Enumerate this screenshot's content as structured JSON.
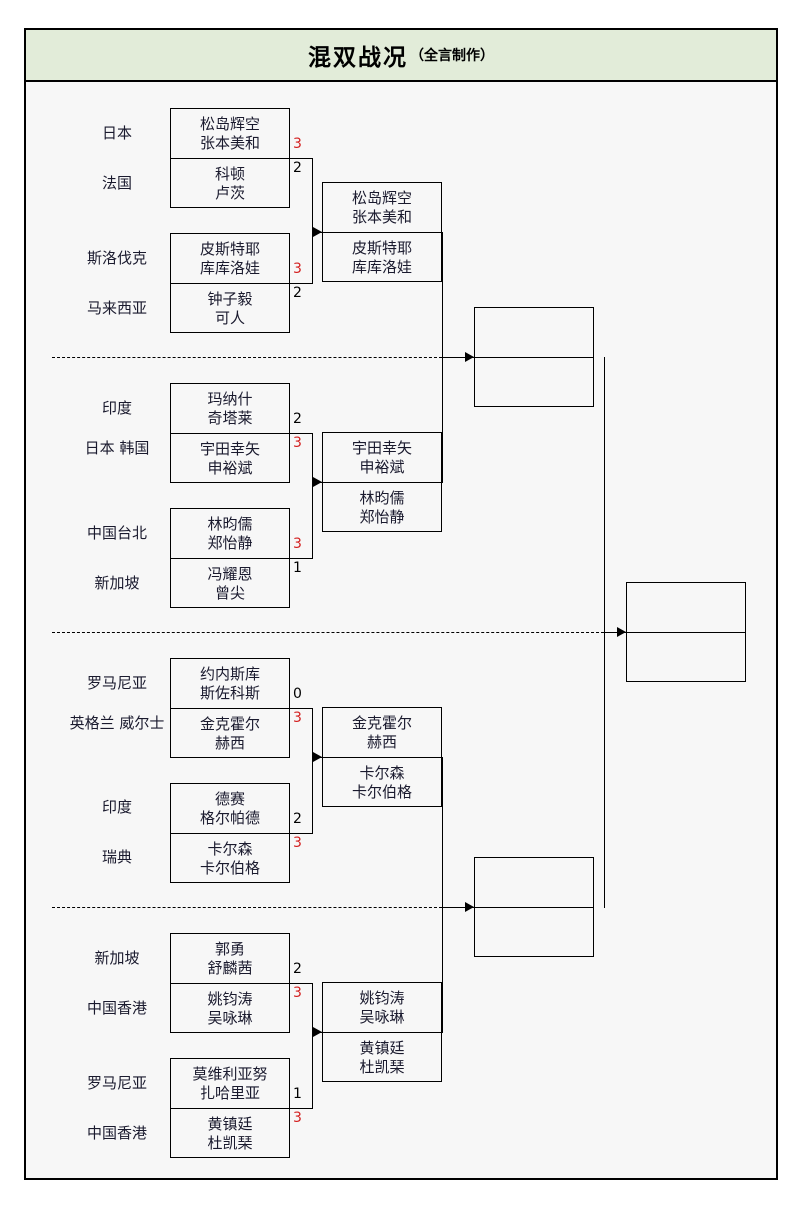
{
  "header": {
    "title_main": "混双战况",
    "title_sub": "（全言制作）"
  },
  "bracket": {
    "event": "混双战况",
    "rounds": [
      {
        "name": "round-1",
        "matches": [
          {
            "id": "r1m1",
            "top": {
              "country": "日本",
              "p1": "松岛辉空",
              "p2": "张本美和",
              "score": "3",
              "winner": true
            },
            "bottom": {
              "country": "法国",
              "p1": "科顿",
              "p2": "卢茨",
              "score": "2",
              "winner": false
            }
          },
          {
            "id": "r1m2",
            "top": {
              "country": "斯洛伐克",
              "p1": "皮斯特耶",
              "p2": "库库洛娃",
              "score": "3",
              "winner": true
            },
            "bottom": {
              "country": "马来西亚",
              "p1": "钟子毅",
              "p2": "可人",
              "score": "2",
              "winner": false
            }
          },
          {
            "id": "r1m3",
            "top": {
              "country": "印度",
              "p1": "玛纳什",
              "p2": "奇塔莱",
              "score": "2",
              "winner": false
            },
            "bottom": {
              "country": "日本\n韩国",
              "country_line1": "日本",
              "country_line2": "韩国",
              "p1": "宇田幸矢",
              "p2": "申裕斌",
              "score": "3",
              "winner": true
            }
          },
          {
            "id": "r1m4",
            "top": {
              "country": "中国台北",
              "p1": "林昀儒",
              "p2": "郑怡静",
              "score": "3",
              "winner": true
            },
            "bottom": {
              "country": "新加坡",
              "p1": "冯耀恩",
              "p2": "曾尖",
              "score": "1",
              "winner": false
            }
          },
          {
            "id": "r1m5",
            "top": {
              "country": "罗马尼亚",
              "p1": "约内斯库",
              "p2": "斯佐科斯",
              "score": "0",
              "winner": false
            },
            "bottom": {
              "country_line1": "英格兰",
              "country_line2": "威尔士",
              "p1": "金克霍尔",
              "p2": "赫西",
              "score": "3",
              "winner": true
            }
          },
          {
            "id": "r1m6",
            "top": {
              "country": "印度",
              "p1": "德赛",
              "p2": "格尔帕德",
              "score": "2",
              "winner": false
            },
            "bottom": {
              "country": "瑞典",
              "p1": "卡尔森",
              "p2": "卡尔伯格",
              "score": "3",
              "winner": true
            }
          },
          {
            "id": "r1m7",
            "top": {
              "country": "新加坡",
              "p1": "郭勇",
              "p2": "舒麟茜",
              "score": "2",
              "winner": false
            },
            "bottom": {
              "country": "中国香港",
              "p1": "姚钧涛",
              "p2": "吴咏琳",
              "score": "3",
              "winner": true
            }
          },
          {
            "id": "r1m8",
            "top": {
              "country": "罗马尼亚",
              "p1": "莫维利亚努",
              "p2": "扎哈里亚",
              "score": "1",
              "winner": false
            },
            "bottom": {
              "country": "中国香港",
              "p1": "黄镇廷",
              "p2": "杜凯琹",
              "score": "3",
              "winner": true
            }
          }
        ]
      },
      {
        "name": "round-2",
        "matches": [
          {
            "id": "r2m1",
            "top": {
              "p1": "松岛辉空",
              "p2": "张本美和",
              "score": "",
              "winner": false
            },
            "bottom": {
              "p1": "皮斯特耶",
              "p2": "库库洛娃",
              "score": "",
              "winner": false
            }
          },
          {
            "id": "r2m2",
            "top": {
              "p1": "宇田幸矢",
              "p2": "申裕斌",
              "score": "",
              "winner": false
            },
            "bottom": {
              "p1": "林昀儒",
              "p2": "郑怡静",
              "score": "",
              "winner": false
            }
          },
          {
            "id": "r2m3",
            "top": {
              "p1": "金克霍尔",
              "p2": "赫西",
              "score": "",
              "winner": false
            },
            "bottom": {
              "p1": "卡尔森",
              "p2": "卡尔伯格",
              "score": "",
              "winner": false
            }
          },
          {
            "id": "r2m4",
            "top": {
              "p1": "姚钧涛",
              "p2": "吴咏琳",
              "score": "",
              "winner": false
            },
            "bottom": {
              "p1": "黄镇廷",
              "p2": "杜凯琹",
              "score": "",
              "winner": false
            }
          }
        ]
      },
      {
        "name": "semifinal",
        "matches": [
          {
            "id": "sf1",
            "top": {
              "p1": "",
              "p2": ""
            },
            "bottom": {
              "p1": "",
              "p2": ""
            }
          },
          {
            "id": "sf2",
            "top": {
              "p1": "",
              "p2": ""
            },
            "bottom": {
              "p1": "",
              "p2": ""
            }
          }
        ]
      },
      {
        "name": "final",
        "matches": [
          {
            "id": "final",
            "top": {
              "p1": "",
              "p2": ""
            },
            "bottom": {
              "p1": "",
              "p2": ""
            }
          }
        ]
      }
    ]
  },
  "colors": {
    "title_bg": "#e2ecd9",
    "body_bg": "#f7f7f7",
    "border": "#000000",
    "winner_score": "#d42121",
    "loser_score": "#000000",
    "text": "#1a1a2e"
  }
}
